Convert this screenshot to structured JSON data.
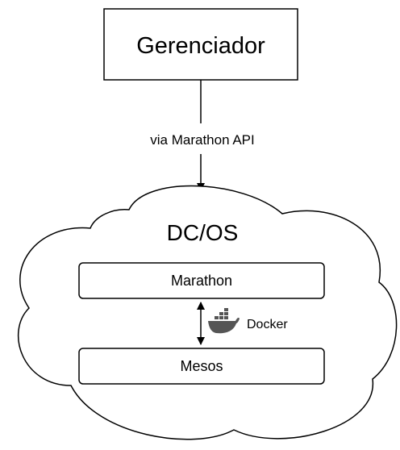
{
  "manager": {
    "label": "Gerenciador"
  },
  "edge": {
    "label": "via Marathon API"
  },
  "cloud": {
    "title": "DC/OS"
  },
  "components": {
    "marathon": "Marathon",
    "mesos": "Mesos"
  },
  "runtime": {
    "label": "Docker",
    "icon": "docker-whale-icon",
    "icon_color": "#555555"
  },
  "colors": {
    "stroke": "#000000",
    "background": "#ffffff"
  }
}
